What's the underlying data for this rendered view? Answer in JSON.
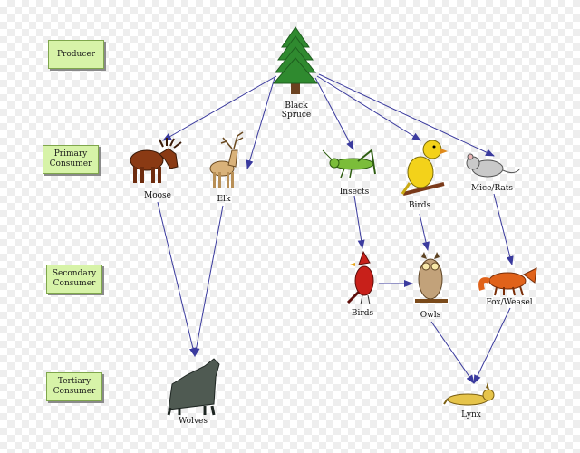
{
  "levels": {
    "producer": "Producer",
    "primary": "Primary Consumer",
    "secondary": "Secondary Consumer",
    "tertiary": "Tertiary Consumer"
  },
  "organisms": {
    "spruce": "Black Spruce",
    "moose": "Moose",
    "elk": "Elk",
    "insects": "Insects",
    "birds_primary": "Birds",
    "mice": "Mice/Rats",
    "birds_secondary": "Birds",
    "owls": "Owls",
    "fox": "Fox/Weasel",
    "wolves": "Wolves",
    "lynx": "Lynx"
  },
  "colors": {
    "arrow": "#3a3a9e",
    "box_fill": "#d7f3a8",
    "tree": "#2f8a2f"
  }
}
